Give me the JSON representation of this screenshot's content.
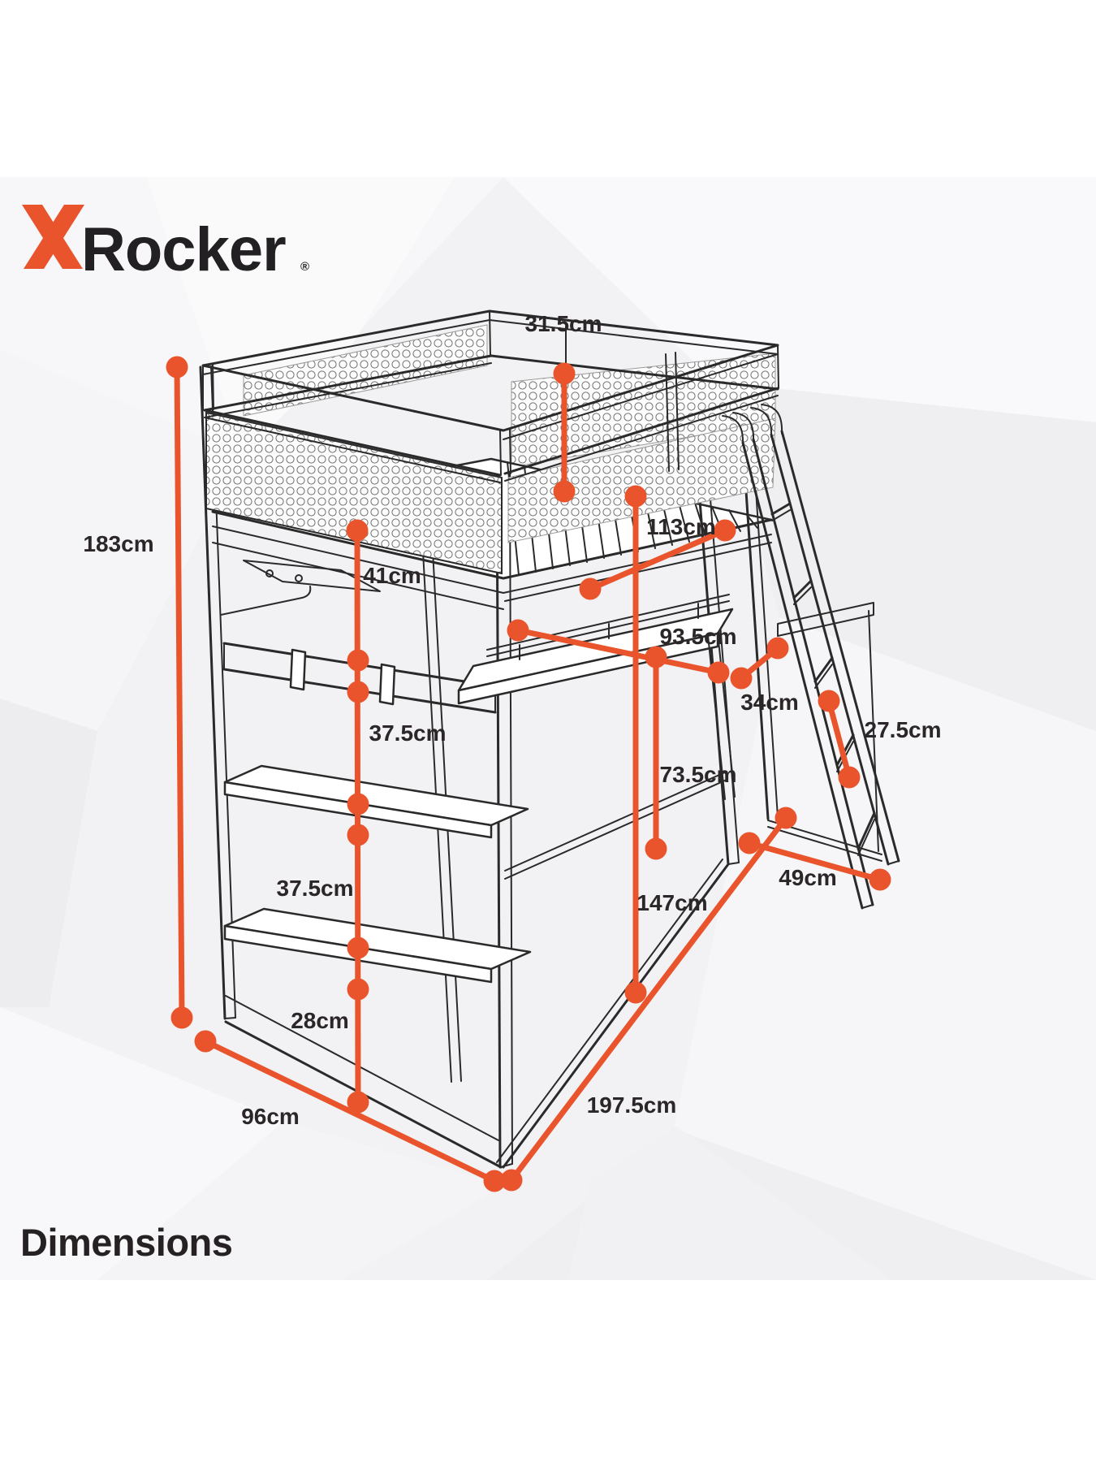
{
  "brand": {
    "x": "X",
    "name": "Rocker",
    "registered": "®"
  },
  "title": "Dimensions",
  "colors": {
    "accent": "#e9542c",
    "line_art": "#2a2a2a",
    "label": "#2b2627",
    "background_band": "#f2f2f4"
  },
  "measurements": [
    {
      "id": "top-rail-to-deck",
      "value": "31.5cm"
    },
    {
      "id": "overall-height",
      "value": "183cm"
    },
    {
      "id": "deck-to-rail-gap",
      "value": "41cm"
    },
    {
      "id": "shelf-gap-upper",
      "value": "37.5cm"
    },
    {
      "id": "shelf-gap-lower",
      "value": "37.5cm"
    },
    {
      "id": "bottom-gap",
      "value": "28cm"
    },
    {
      "id": "width",
      "value": "96cm"
    },
    {
      "id": "total-depth",
      "value": "197.5cm"
    },
    {
      "id": "underbed-clearance",
      "value": "147cm"
    },
    {
      "id": "desk-height",
      "value": "73.5cm"
    },
    {
      "id": "desk-width",
      "value": "113cm"
    },
    {
      "id": "desk-depth",
      "value": "93.5cm"
    },
    {
      "id": "rail-offset",
      "value": "34cm"
    },
    {
      "id": "ladder-rung-spacing",
      "value": "27.5cm"
    },
    {
      "id": "ladder-footprint",
      "value": "49cm"
    }
  ]
}
